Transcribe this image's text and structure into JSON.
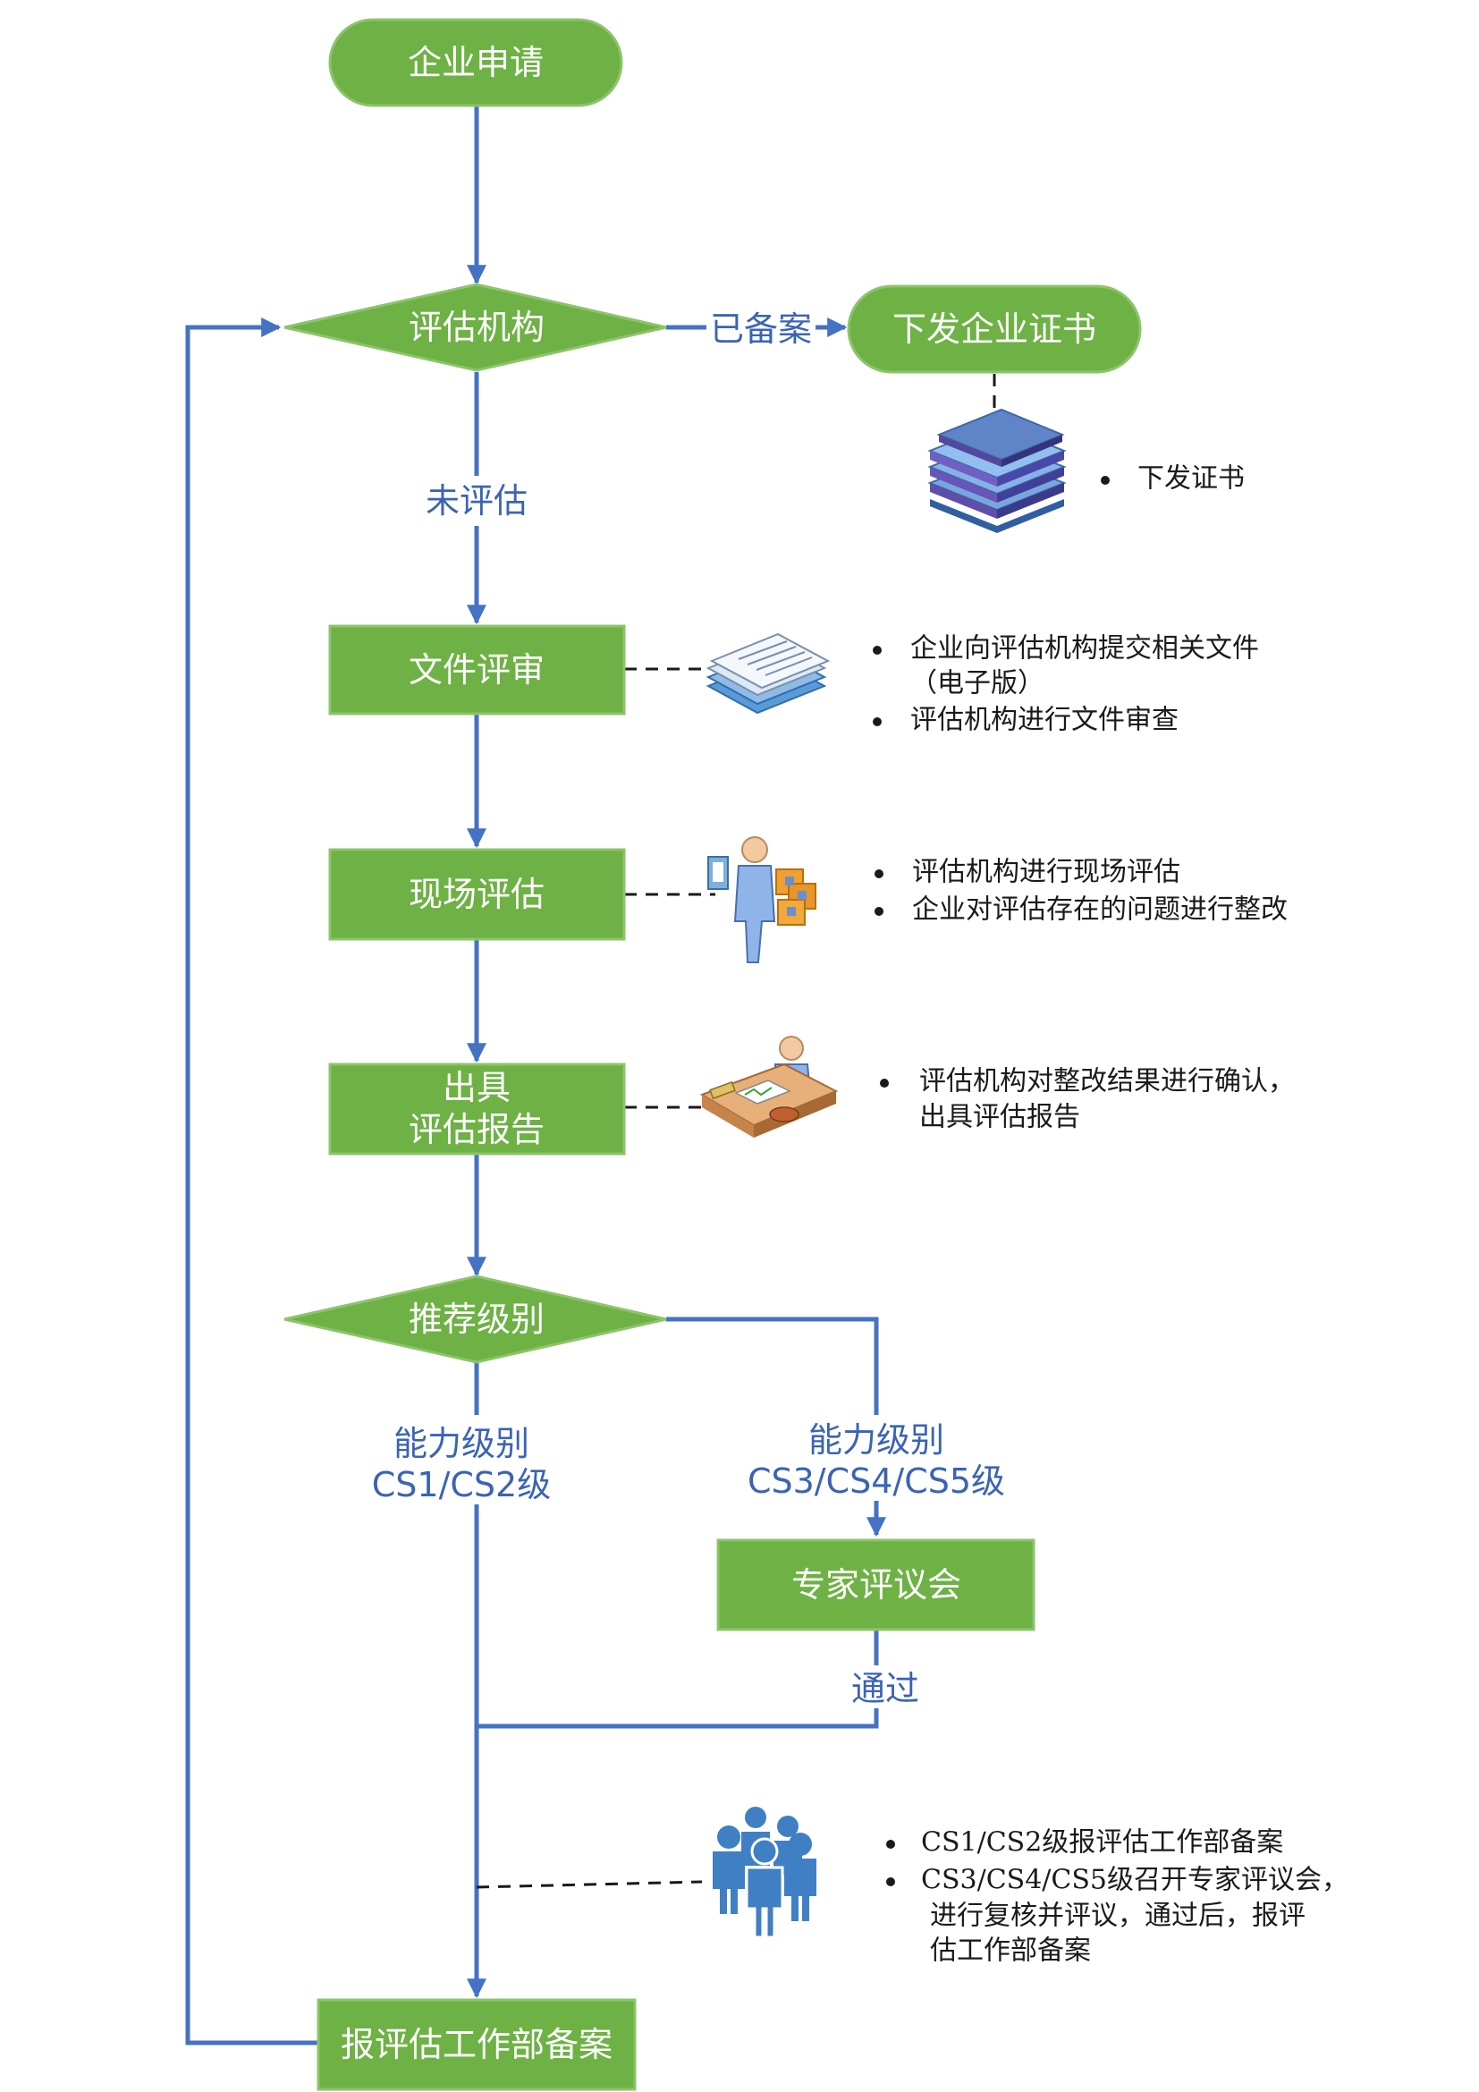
{
  "colors": {
    "node_fill": "#6eb145",
    "node_stroke": "#8cc46a",
    "edge": "#4472c4",
    "edge_label": "#3a64b4",
    "dash": "#1a1a1a"
  },
  "nodes": {
    "enterprise_apply": "企业申请",
    "assessment_org": "评估机构",
    "issue_certificate": "下发企业证书",
    "doc_review": "文件评审",
    "onsite_assessment": "现场评估",
    "report_line1": "出具",
    "report_line2": "评估报告",
    "recommend_level": "推荐级别",
    "expert_review": "专家评议会",
    "file_record": "报评估工作部备案"
  },
  "edge_labels": {
    "filed": "已备案",
    "not_assessed": "未评估",
    "left_level_line1": "能力级别",
    "left_level_line2": "CS1/CS2级",
    "right_level_line1": "能力级别",
    "right_level_line2": "CS3/CS4/CS5级",
    "passed": "通过"
  },
  "notes": {
    "certificate": [
      "下发证书"
    ],
    "doc_review": [
      "企业向评估机构提交相关文件",
      "（电子版）",
      "评估机构进行文件审查"
    ],
    "onsite": [
      "评估机构进行现场评估",
      "企业对评估存在的问题进行整改"
    ],
    "report": [
      "评估机构对整改结果进行确认，",
      "出具评估报告"
    ],
    "record": [
      "CS1/CS2级报评估工作部备案",
      "CS3/CS4/CS5级召开专家评议会，",
      "进行复核并评议，通过后，报评",
      "估工作部备案"
    ]
  },
  "icons": {
    "certificate": "book-stack-icon",
    "doc_review": "document-stack-icon",
    "onsite": "inspector-icon",
    "report": "desk-worker-icon",
    "record": "team-icon"
  }
}
